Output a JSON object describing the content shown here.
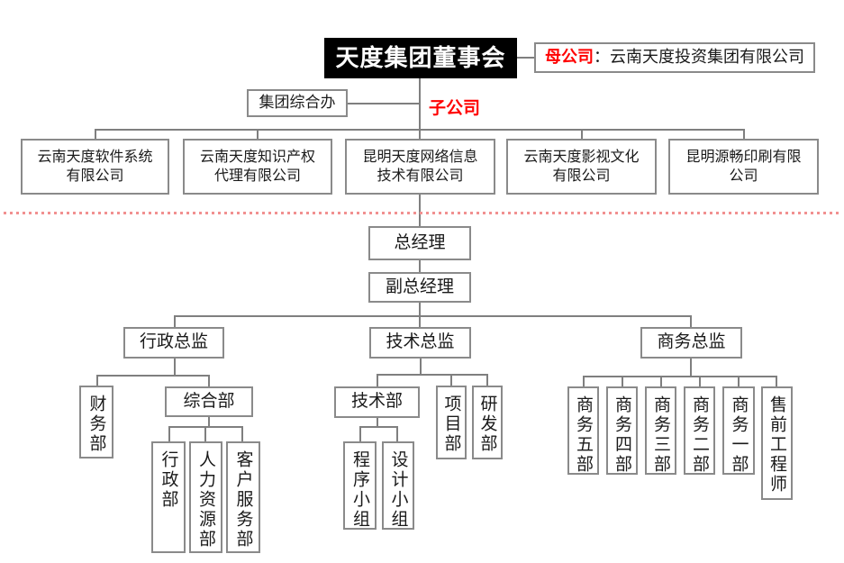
{
  "colors": {
    "accent_red": "#ff0000",
    "divider_pink": "#f19090",
    "line_gray": "#7f7f7f",
    "border_gray": "#8a8a8a",
    "board_bg": "#000000"
  },
  "board": {
    "title": "天度集团董事会"
  },
  "parent_company": {
    "label": "母公司",
    "colon": "：",
    "name": "云南天度投资集团有限公司"
  },
  "subsidiary_label": "子公司",
  "group_office": {
    "label": "集团综合办"
  },
  "subsidiaries": [
    {
      "line1": "云南天度软件系统",
      "line2": "有限公司"
    },
    {
      "line1": "云南天度知识产权",
      "line2": "代理有限公司"
    },
    {
      "line1": "昆明天度网络信息",
      "line2": "技术有限公司"
    },
    {
      "line1": "云南天度影视文化",
      "line2": "有限公司"
    },
    {
      "line1": "昆明源畅印刷有限",
      "line2": "公司"
    }
  ],
  "management": {
    "general_manager": "总经理",
    "deputy_general_manager": "副总经理"
  },
  "directors": {
    "admin": "行政总监",
    "tech": "技术总监",
    "business": "商务总监"
  },
  "admin_branch": {
    "finance": "财务部",
    "general_affairs": "综合部",
    "admin_dept": "行政部",
    "hr": "人力资源部",
    "customer_service": "客户服务部"
  },
  "tech_branch": {
    "tech_dept": "技术部",
    "project_dept": "项目部",
    "rnd_dept": "研发部",
    "programming_team": "程序小组",
    "design_team": "设计小组"
  },
  "business_branch": {
    "dept5": "商务五部",
    "dept4": "商务四部",
    "dept3": "商务三部",
    "dept2": "商务二部",
    "dept1": "商务一部",
    "presales": "售前工程师"
  }
}
